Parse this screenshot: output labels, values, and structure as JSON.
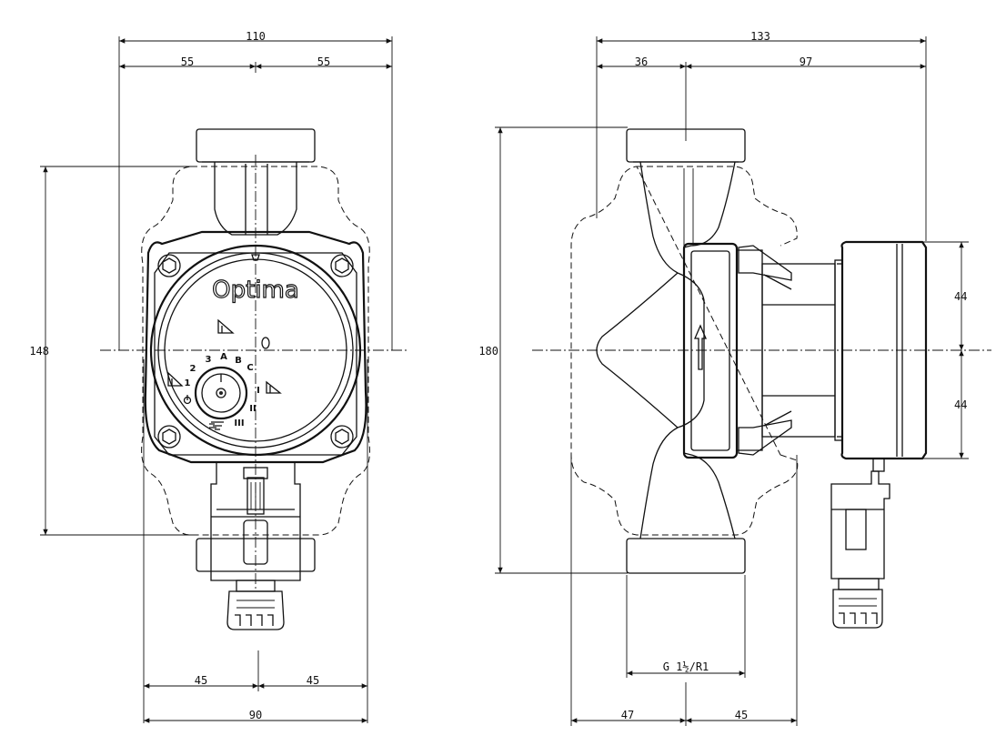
{
  "brand_label": "Optima",
  "dimensions": {
    "front_total_width_top": "110",
    "front_half_left_top": "55",
    "front_half_right_top": "55",
    "front_height": "148",
    "front_half_left_bottom": "45",
    "front_half_right_bottom": "45",
    "front_total_width_bottom": "90",
    "side_total_width_top": "133",
    "side_left_top": "36",
    "side_right_top": "97",
    "side_height": "180",
    "side_upper_head": "44",
    "side_lower_head": "44",
    "thread_size": "G 1½/R1",
    "side_bottom_left": "47",
    "side_bottom_right": "45"
  },
  "dial": {
    "marks": [
      "1",
      "2",
      "3",
      "A",
      "B",
      "C",
      "I",
      "II",
      "III"
    ]
  },
  "colors": {
    "line": "#111111",
    "background": "#ffffff"
  }
}
